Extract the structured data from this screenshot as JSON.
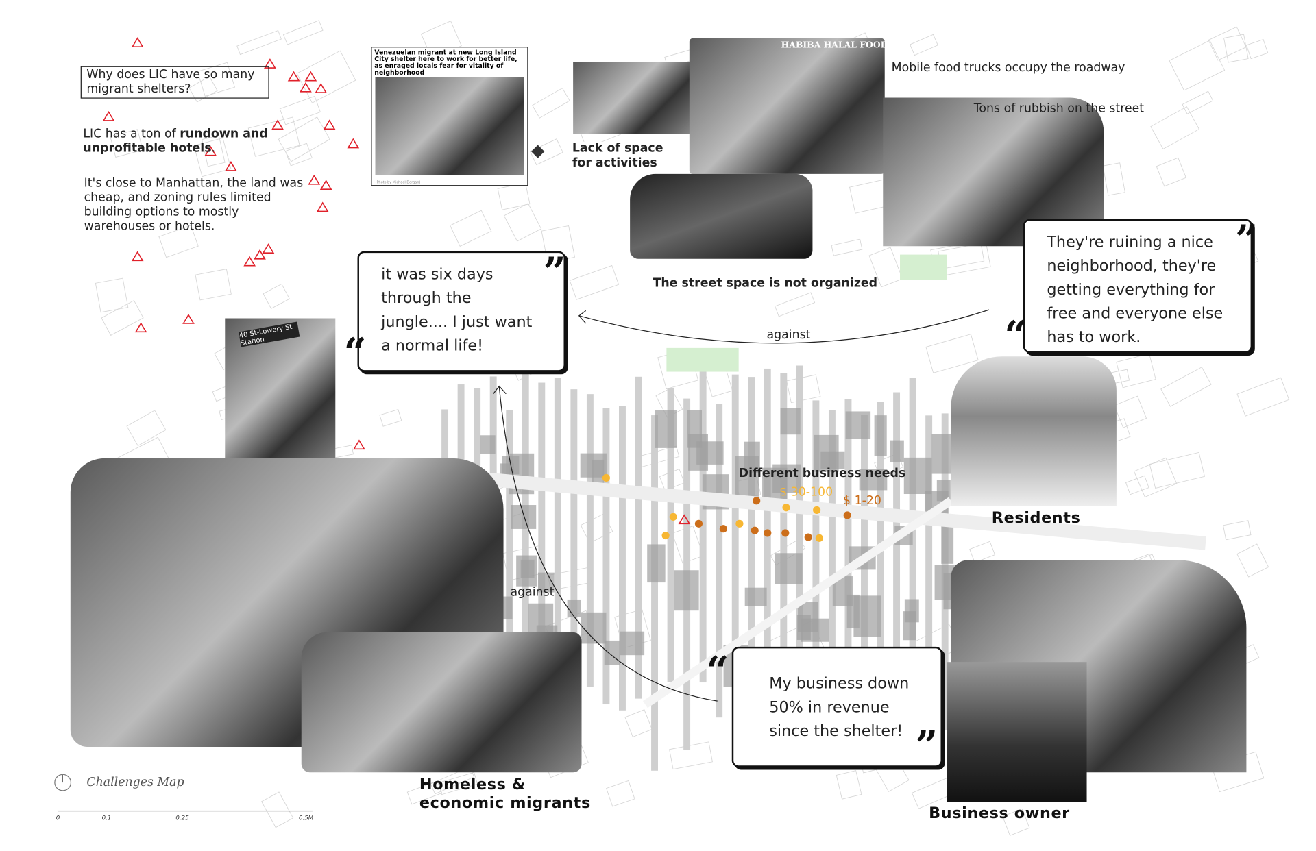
{
  "title": "Challenges Map",
  "scale_bar": {
    "ticks": [
      "0",
      "0.1",
      "0.25",
      "0.5M"
    ]
  },
  "questions": {
    "q1": "Why does LIC have so many migrant shelters?",
    "a1_pre": "LIC has a ton of ",
    "a1_bold": "rundown and unprofitable hotels",
    "a1_post": ".",
    "a2": "It's close to Manhattan, the land was cheap, and zoning rules limited building options to mostly warehouses or hotels."
  },
  "news_clip": {
    "headline": "Venezuelan migrant at new Long Island City shelter here to work for better life, as enraged locals fear for vitality of neighborhood",
    "caption": "(Photo by Michael Dorgan)"
  },
  "photo_captions": {
    "lack_of_space": "Lack of space for activities",
    "food_trucks": "Mobile food trucks occupy the roadway",
    "rubbish": "Tons of rubbish on the street",
    "street_space": "The street space is not organized",
    "station_sign": "40 St-Lowery St Station",
    "truck_sign": "HABIBA HALAL FOOD"
  },
  "quotes": {
    "migrant": "it was six days through the jungle.... I just want a normal life!",
    "resident": "They're ruining a nice neighborhood, they're getting everything for free and everyone else has to work.",
    "business": "My business down 50% in revenue since the shelter!"
  },
  "arrows": {
    "top": "against",
    "left": "against"
  },
  "business_needs": {
    "title": "Different business needs",
    "high": "$ 30-100",
    "low": "$ 1-20",
    "high_color": "#f7b733",
    "low_color": "#cc6e1a"
  },
  "groups": {
    "residents": "Residents",
    "homeless": "Homeless & economic migrants",
    "business": "Business owner"
  },
  "colors": {
    "shelter_marker": "#e0202a"
  },
  "icons": {
    "north": "north-arrow-icon",
    "shelter": "triangle-marker-icon",
    "quote": "quote-mark-icon"
  }
}
